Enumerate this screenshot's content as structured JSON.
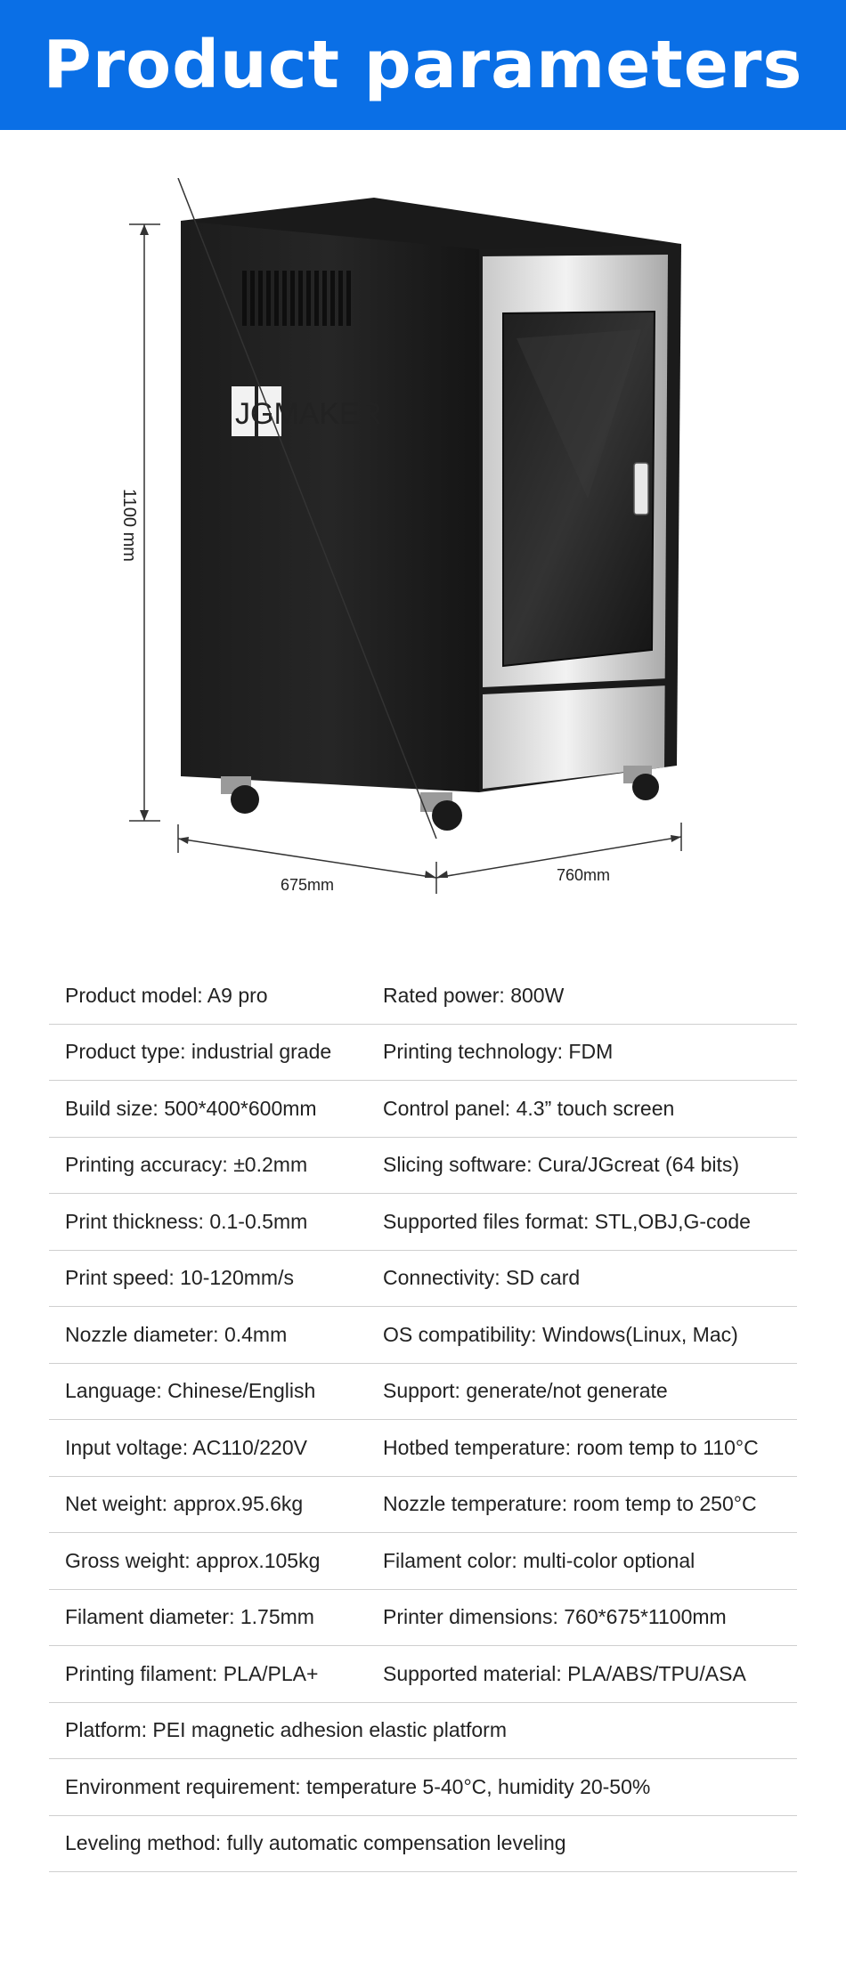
{
  "header": {
    "title": "Product parameters"
  },
  "figure": {
    "brand_logo": "JGMAKER",
    "height_label": "1100 mm",
    "width_label": "675mm",
    "depth_label": "760mm"
  },
  "params": {
    "rows": [
      {
        "left": "Product model: A9 pro",
        "right": "Rated power: 800W"
      },
      {
        "left": "Product type: industrial grade",
        "right": "Printing technology: FDM"
      },
      {
        "left": "Build size:  500*400*600mm",
        "right": "Control panel:  4.3”  touch screen"
      },
      {
        "left": "Printing accuracy: ±0.2mm",
        "right": "Slicing software: Cura/JGcreat (64 bits)"
      },
      {
        "left": "Print thickness: 0.1-0.5mm",
        "right": "Supported files format: STL,OBJ,G-code"
      },
      {
        "left": "Print speed: 10-120mm/s",
        "right": "Connectivity: SD card"
      },
      {
        "left": "Nozzle diameter: 0.4mm",
        "right": "OS compatibility: Windows(Linux, Mac)"
      },
      {
        "left": "Language: Chinese/English",
        "right": "Support: generate/not generate"
      },
      {
        "left": "Input voltage: AC110/220V",
        "right": "Hotbed temperature: room temp to 110°C"
      },
      {
        "left": "Net weight: approx.95.6kg",
        "right": "Nozzle temperature: room temp to 250°C"
      },
      {
        "left": "Gross weight: approx.105kg",
        "right": "Filament color:  multi-color optional"
      },
      {
        "left": "Filament diameter: 1.75mm",
        "right": "Printer dimensions: 760*675*1100mm"
      },
      {
        "left": "Printing filament: PLA/PLA+",
        "right": "Supported material: PLA/ABS/TPU/ASA"
      }
    ],
    "full_rows": [
      "Platform: PEI magnetic adhesion elastic platform",
      "Environment requirement: temperature 5-40°C, humidity 20-50%",
      "Leveling method: fully automatic compensation leveling"
    ]
  }
}
